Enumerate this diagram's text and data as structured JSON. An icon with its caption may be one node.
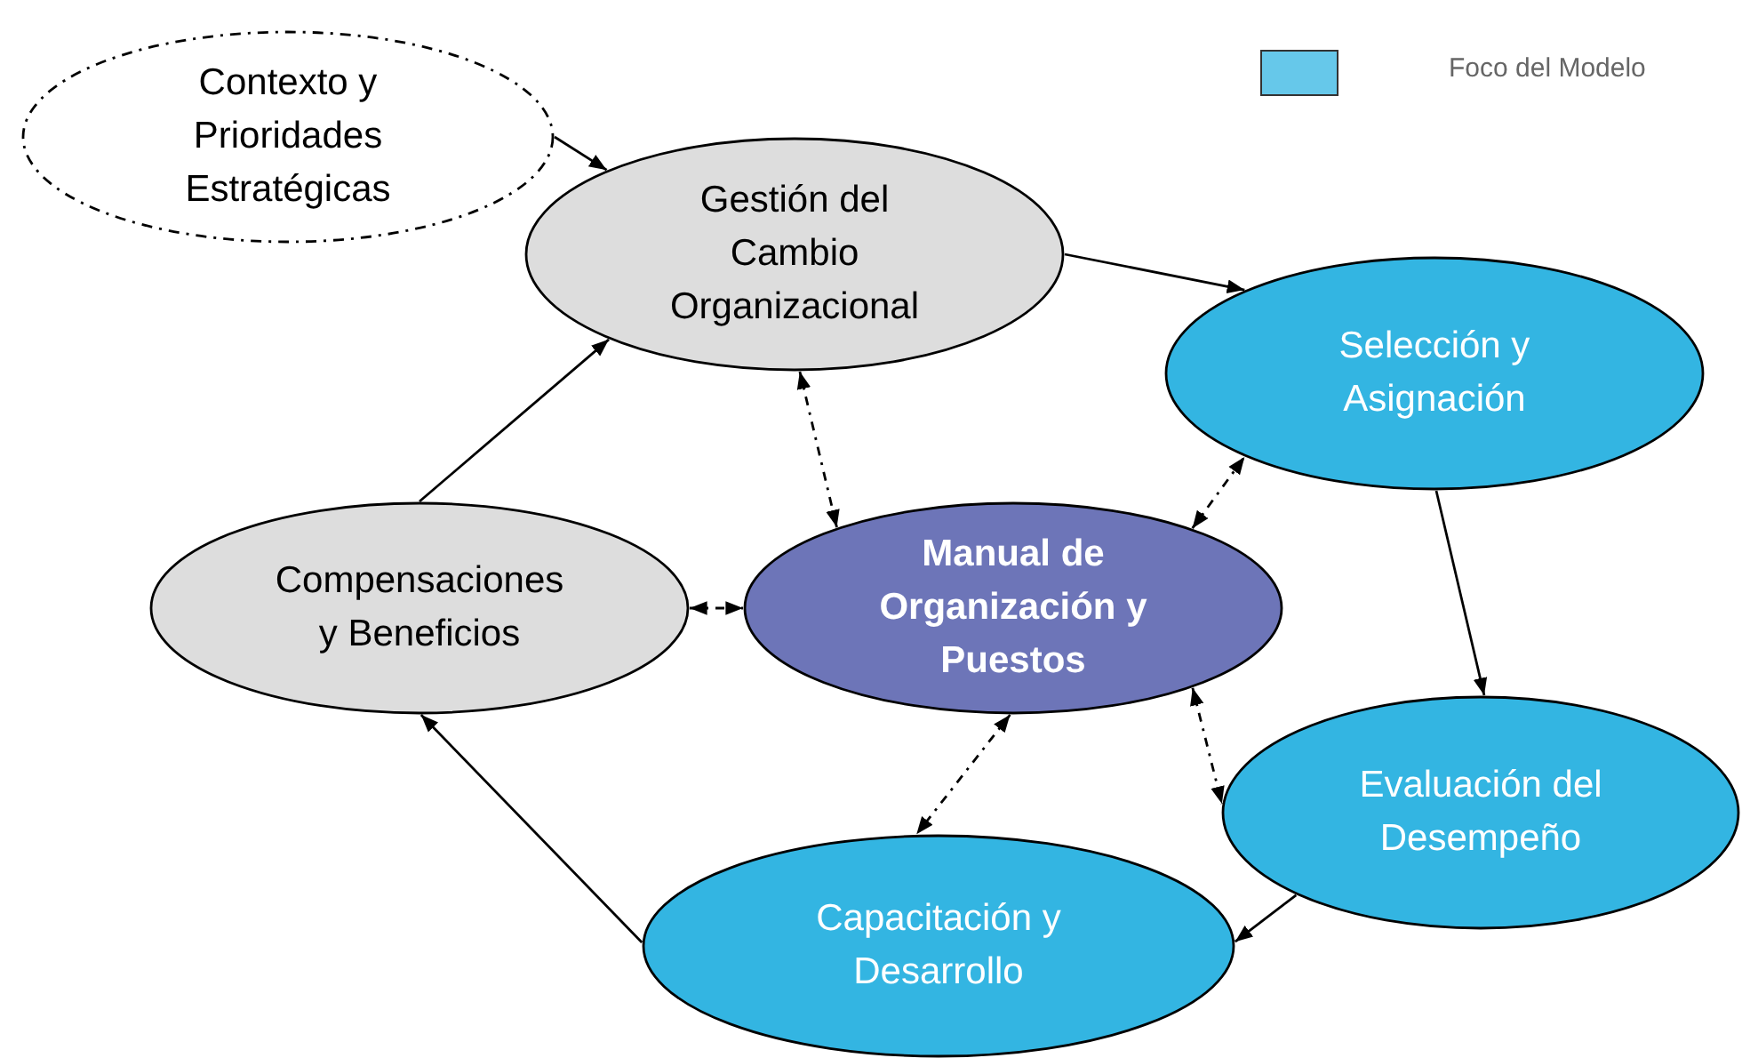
{
  "diagram": {
    "nodes": [
      {
        "text": [
          "Contexto y Prioridades Estratégicas"
        ]
      },
      {
        "text": [
          "Gestión del Cambio Organizacional"
        ]
      },
      {
        "text": [
          "Selección y Asignación"
        ]
      },
      {
        "text": [
          "Compensaciones y Beneficios"
        ]
      },
      {
        "text": [
          "Manual de Organización y Puestos"
        ]
      },
      {
        "text": [
          "Evaluación del Desempeño"
        ]
      },
      {
        "text": [
          "Capacitación y Desarrollo"
        ]
      }
    ],
    "edges": [
      {
        "from": 0,
        "to": 1,
        "arrow": "to"
      },
      {
        "from": 1,
        "to": 2,
        "arrow": "to"
      },
      {
        "from": 2,
        "to": 5,
        "arrow": "to"
      },
      {
        "from": 5,
        "to": 6,
        "arrow": "to"
      },
      {
        "from": 6,
        "to": 3,
        "arrow": "to"
      },
      {
        "from": 3,
        "to": 1,
        "arrow": "to"
      },
      {
        "from": 1,
        "to": 4,
        "arrow": "both",
        "style": "dashed"
      },
      {
        "from": 4,
        "to": 2,
        "arrow": "both",
        "style": "dashed"
      },
      {
        "from": 3,
        "to": 4,
        "arrow": "both",
        "style": "dashed"
      },
      {
        "from": 4,
        "to": 6,
        "arrow": "both",
        "style": "dashed"
      },
      {
        "from": 4,
        "to": 5,
        "arrow": "both",
        "style": "dashed"
      }
    ],
    "legend": [
      {
        "text": "Foco del Modelo",
        "color": "#66c8ea"
      }
    ]
  }
}
